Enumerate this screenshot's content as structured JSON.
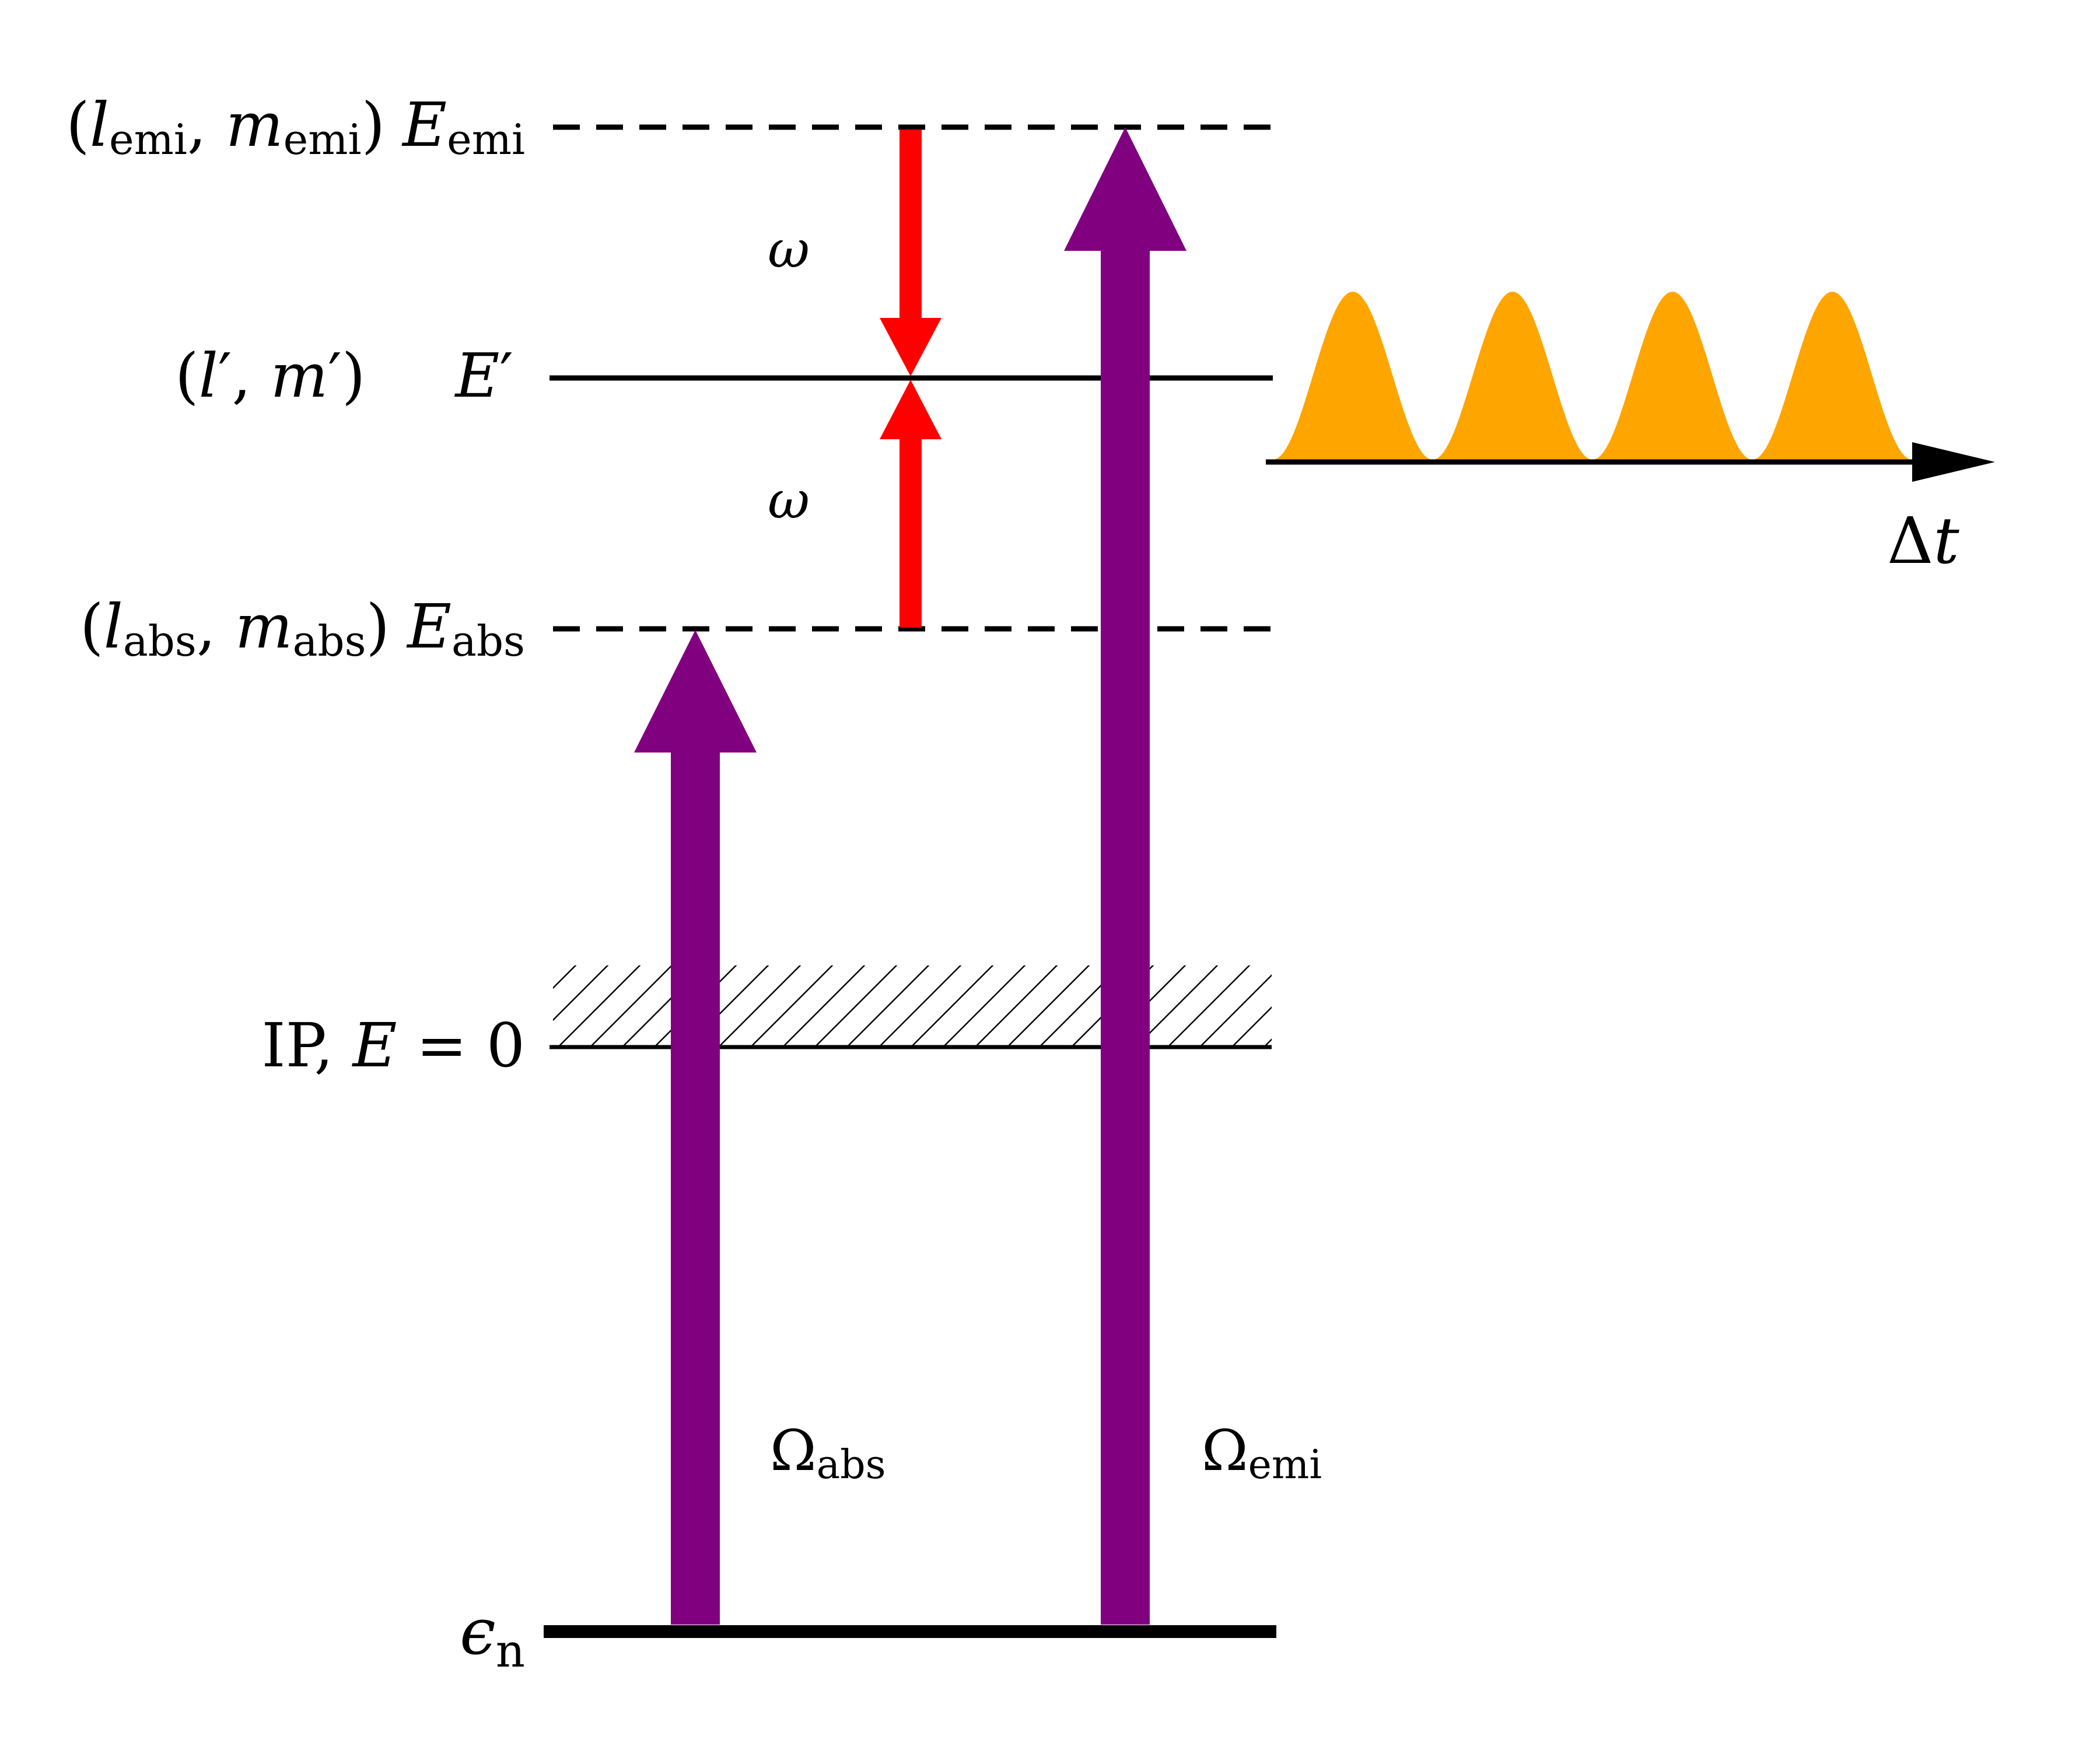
{
  "colors": {
    "level": "#000000",
    "purple_arrow": "#800080",
    "red_arrow": "#ff0000",
    "pulse_fill": "#ffa500",
    "hatch": "#000000"
  },
  "levels": {
    "emi": {
      "paren_open": "(",
      "l": "l",
      "l_sub": "emi",
      "comma": ", ",
      "m": "m",
      "m_sub": "emi",
      "paren_close": ")",
      "E": "E",
      "E_sub": "emi"
    },
    "prime": {
      "text_open": "(",
      "l": "l",
      "prime": "′",
      "comma": ", ",
      "m": "m",
      "paren_close": ")",
      "E": "E"
    },
    "abs": {
      "paren_open": "(",
      "l": "l",
      "l_sub": "abs",
      "comma": ", ",
      "m": "m",
      "m_sub": "abs",
      "paren_close": ")",
      "E": "E",
      "E_sub": "abs"
    },
    "ip": {
      "ip": "IP",
      "comma": ", ",
      "E": "E",
      "eq": " = ",
      "zero": "0"
    },
    "ground": {
      "eps": "ϵ",
      "eps_sub": "n"
    }
  },
  "arrows": {
    "omega_upper": "ω",
    "omega_lower": "ω",
    "omega_abs": {
      "sym": "Ω",
      "sub": "abs"
    },
    "omega_emi": {
      "sym": "Ω",
      "sub": "emi"
    }
  },
  "pulse": {
    "axis_label": {
      "sym": "Δ",
      "var": "t"
    },
    "peak_count": 4
  }
}
